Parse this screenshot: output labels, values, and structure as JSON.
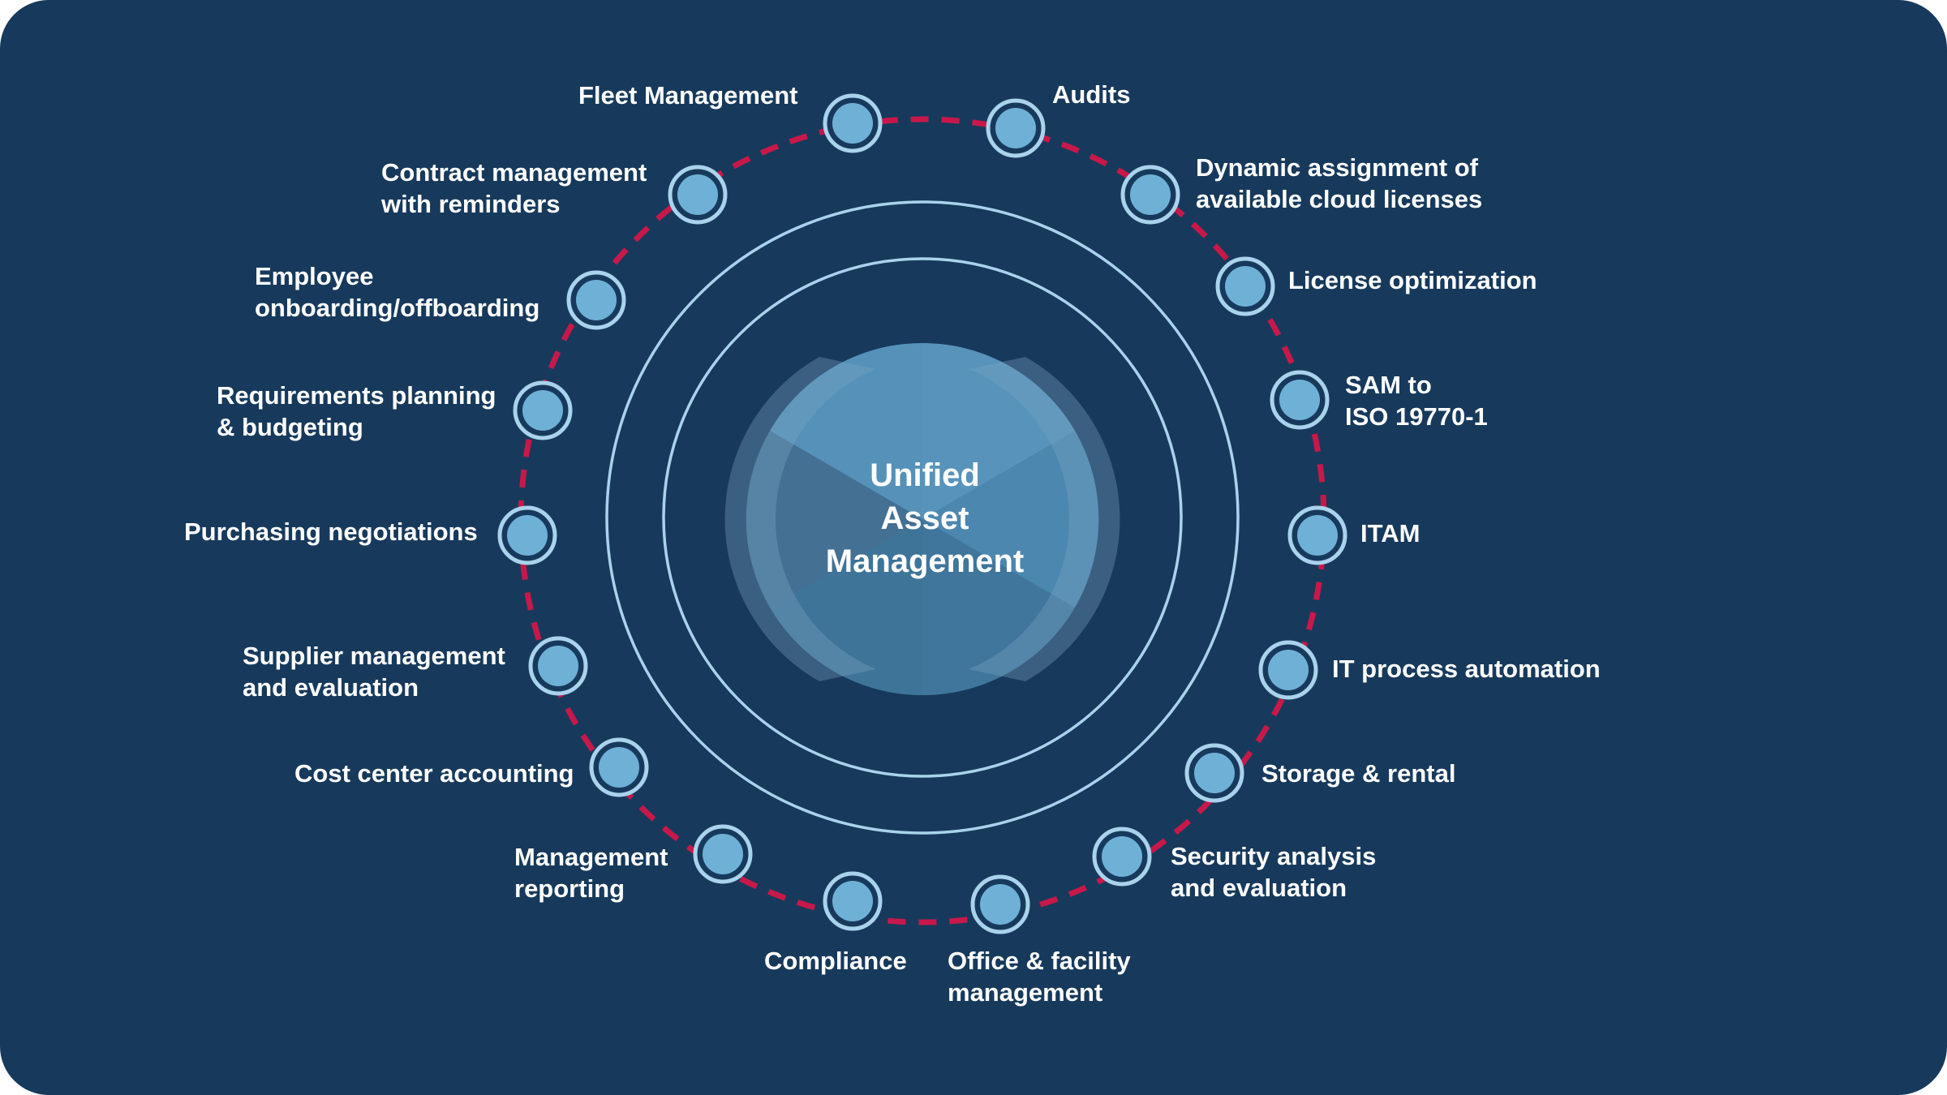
{
  "center": {
    "title": "Unified\nAsset\nManagement"
  },
  "nodes": [
    {
      "id": "fleet-management",
      "label": "Fleet Management"
    },
    {
      "id": "audits",
      "label": "Audits"
    },
    {
      "id": "dynamic-cloud-licenses",
      "label": "Dynamic assignment of\navailable cloud licenses"
    },
    {
      "id": "license-optimization",
      "label": "License optimization"
    },
    {
      "id": "sam-iso",
      "label": "SAM to\nISO 19770-1"
    },
    {
      "id": "itam",
      "label": "ITAM"
    },
    {
      "id": "it-process-automation",
      "label": "IT process automation"
    },
    {
      "id": "storage-rental",
      "label": "Storage & rental"
    },
    {
      "id": "security-analysis",
      "label": "Security analysis\nand evaluation"
    },
    {
      "id": "office-facility",
      "label": "Office & facility\nmanagement"
    },
    {
      "id": "compliance",
      "label": "Compliance"
    },
    {
      "id": "management-reporting",
      "label": "Management\nreporting"
    },
    {
      "id": "cost-center",
      "label": "Cost center accounting"
    },
    {
      "id": "supplier-management",
      "label": "Supplier management\nand evaluation"
    },
    {
      "id": "purchasing-negotiations",
      "label": "Purchasing negotiations"
    },
    {
      "id": "requirements-planning",
      "label": "Requirements planning\n& budgeting"
    },
    {
      "id": "employee-onboarding",
      "label": "Employee\nonboarding/offboarding"
    },
    {
      "id": "contract-management",
      "label": "Contract management\nwith reminders"
    }
  ],
  "colors": {
    "background": "#173a5c",
    "ring": "#a9d3ec",
    "dashed_ring": "#c8184a",
    "node_fill": "#6fb0d6",
    "node_ring": "#a9d3ec",
    "text": "#ffffff"
  }
}
